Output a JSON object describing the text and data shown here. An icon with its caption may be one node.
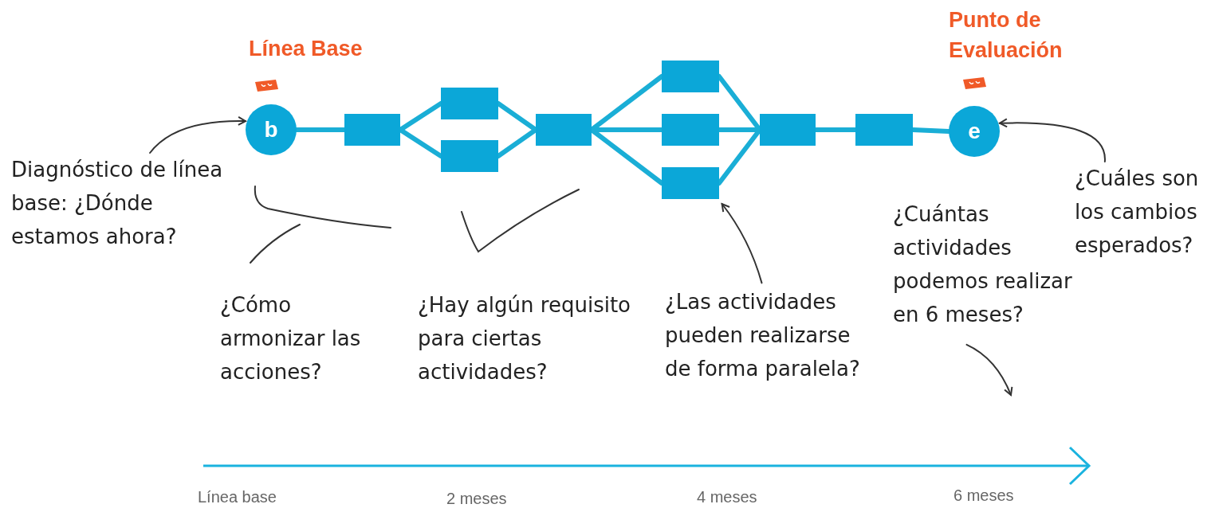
{
  "diagram": {
    "nodes": [
      {
        "text": [
          "b"
        ],
        "beside": [
          "Línea Base"
        ]
      },
      {
        "text": [],
        "shape": "box"
      },
      {
        "text": [],
        "shape": "box"
      },
      {
        "text": [],
        "shape": "box"
      },
      {
        "text": [],
        "shape": "box"
      },
      {
        "text": [],
        "shape": "box"
      },
      {
        "text": [],
        "shape": "box"
      },
      {
        "text": [],
        "shape": "box"
      },
      {
        "text": [],
        "shape": "box"
      },
      {
        "text": [],
        "shape": "box"
      },
      {
        "text": [
          "e"
        ],
        "beside": [
          "Punto de Evaluación"
        ]
      },
      {
        "text": [
          "Diagnóstico de línea base: ¿Dónde estamos ahora?"
        ]
      },
      {
        "text": [
          "¿Cuáles son los cambios esperados?"
        ]
      },
      {
        "text": [
          "¿Las actividades pueden realizarse de forma paralela?"
        ]
      },
      {
        "text": [
          "¿Cuántas actividades podemos realizar en 6 meses?"
        ]
      }
    ],
    "edges": [
      {
        "from": 0,
        "to": 1,
        "arrow": "none"
      },
      {
        "from": 1,
        "to": 2,
        "arrow": "none"
      },
      {
        "from": 1,
        "to": 3,
        "arrow": "none"
      },
      {
        "from": 2,
        "to": 4,
        "arrow": "none"
      },
      {
        "from": 3,
        "to": 4,
        "arrow": "none"
      },
      {
        "from": 4,
        "to": 5,
        "arrow": "none"
      },
      {
        "from": 4,
        "to": 6,
        "arrow": "none"
      },
      {
        "from": 4,
        "to": 7,
        "arrow": "none"
      },
      {
        "from": 5,
        "to": 8,
        "arrow": "none"
      },
      {
        "from": 6,
        "to": 8,
        "arrow": "none"
      },
      {
        "from": 7,
        "to": 8,
        "arrow": "none"
      },
      {
        "from": 8,
        "to": 9,
        "arrow": "none"
      },
      {
        "from": 9,
        "to": 10,
        "arrow": "none"
      },
      {
        "from": 11,
        "to": 0,
        "arrow": "to",
        "color": "#333333"
      },
      {
        "from": 12,
        "to": 10,
        "arrow": "to",
        "color": "#333333"
      },
      {
        "from": 13,
        "to": 7,
        "arrow": "to",
        "color": "#333333"
      },
      {
        "from": 14,
        "to": null,
        "arrow": "to",
        "color": "#333333"
      }
    ],
    "labels": [
      "¿Cómo armonizar las acciones?",
      "¿Hay algún requisito para ciertas actividades?",
      "Línea base",
      "2 meses",
      "4 meses",
      "6 meses"
    ]
  }
}
